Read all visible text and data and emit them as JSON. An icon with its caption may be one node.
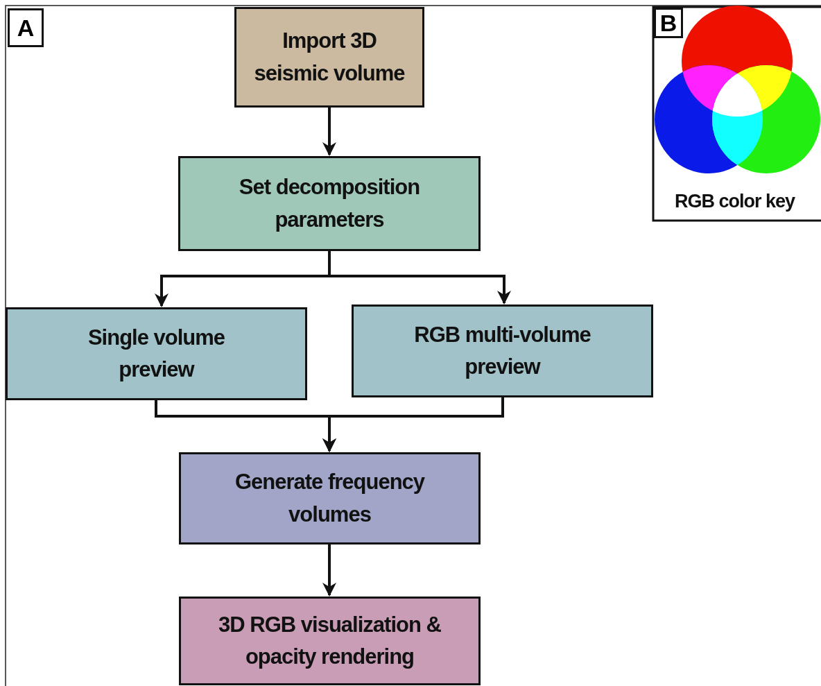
{
  "diagram": {
    "nodes": [
      {
        "text": [
          "Import 3D seismic volume"
        ]
      },
      {
        "text": [
          "Set decomposition parameters"
        ]
      },
      {
        "text": [
          "Single volume preview"
        ]
      },
      {
        "text": [
          "RGB multi-volume preview"
        ]
      },
      {
        "text": [
          "Generate frequency volumes"
        ]
      },
      {
        "text": [
          "3D RGB visualization & opacity rendering"
        ]
      }
    ],
    "edges": [
      {
        "from": 0,
        "to": 1,
        "arrow": "to"
      },
      {
        "from": 1,
        "to": 2,
        "arrow": "to"
      },
      {
        "from": 1,
        "to": 3,
        "arrow": "to"
      },
      {
        "from": 2,
        "to": 4,
        "arrow": "to"
      },
      {
        "from": 3,
        "to": 4,
        "arrow": "to"
      },
      {
        "from": 4,
        "to": 5,
        "arrow": "to"
      }
    ],
    "labels": [
      "A",
      "B",
      "RGB color key"
    ]
  }
}
